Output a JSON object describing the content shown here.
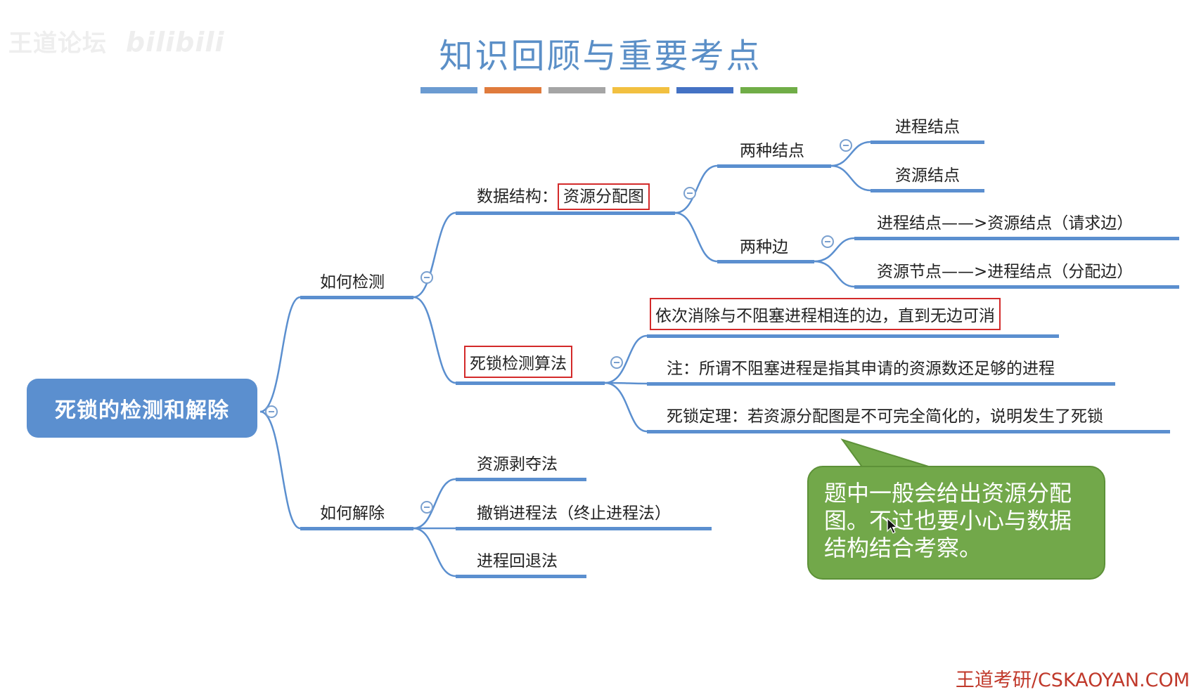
{
  "watermark": {
    "text": "王道论坛",
    "logo_text": "bilibili"
  },
  "title": "知识回顾与重要考点",
  "color_bars": [
    "#6b9bd1",
    "#e07b3c",
    "#a5a5a5",
    "#f2c040",
    "#4472c4",
    "#70ad47"
  ],
  "mindmap": {
    "root": "死锁的检测和解除",
    "detect": {
      "label": "如何检测",
      "data_structure": {
        "label": "数据结构：",
        "highlight": "资源分配图",
        "node_types": {
          "label": "两种结点",
          "items": [
            "进程结点",
            "资源结点"
          ]
        },
        "edge_types": {
          "label": "两种边",
          "items": [
            "进程结点——>资源结点（请求边）",
            "资源节点——>进程结点（分配边）"
          ]
        }
      },
      "algorithm": {
        "label": "死锁检测算法",
        "items": [
          "依次消除与不阻塞进程相连的边，直到无边可消",
          "注：所谓不阻塞进程是指其申请的资源数还足够的进程",
          "死锁定理：若资源分配图是不可完全简化的，说明发生了死锁"
        ]
      }
    },
    "resolve": {
      "label": "如何解除",
      "items": [
        "资源剥夺法",
        "撤销进程法（终止进程法）",
        "进程回退法"
      ]
    }
  },
  "callout": {
    "text": "题中一般会给出资源分配图。不过也要小心与数据结构结合考察。"
  },
  "footer": "王道考研/CSKAOYAN.COM",
  "colors": {
    "branch_line": "#5b8fcf",
    "highlight_border": "#d32a2a",
    "callout_fill": "#72a84a",
    "footer_text": "#c0392b",
    "title_text": "#5b8fc7"
  }
}
